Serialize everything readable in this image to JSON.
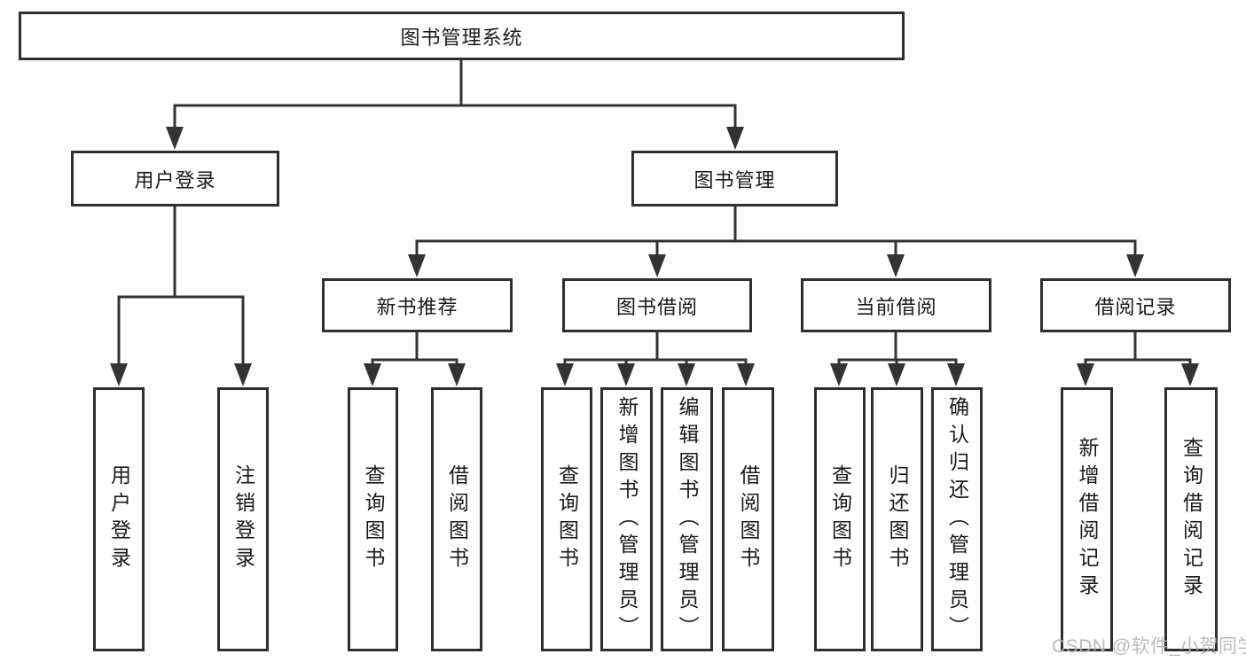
{
  "nodes": {
    "root": {
      "label": "图书管理系统"
    },
    "user_login": {
      "label": "用户登录"
    },
    "book_management": {
      "label": "图书管理"
    },
    "new_book_recommend": {
      "label": "新书推荐"
    },
    "book_borrowing": {
      "label": "图书借阅"
    },
    "current_borrowing": {
      "label": "当前借阅"
    },
    "borrowing_records": {
      "label": "借阅记录"
    },
    "leaf_user_login": {
      "label": "用户登录"
    },
    "leaf_logout_login": {
      "label": "注销登录"
    },
    "leaf_nb_query_books": {
      "label": "查询图书"
    },
    "leaf_nb_borrow_books": {
      "label": "借阅图书"
    },
    "leaf_bb_query_books": {
      "label": "查询图书"
    },
    "leaf_bb_add_books": {
      "label": "新增图书（管理员）"
    },
    "leaf_bb_edit_books": {
      "label": "编辑图书（管理员）"
    },
    "leaf_bb_borrow_books": {
      "label": "借阅图书"
    },
    "leaf_cb_query_books": {
      "label": "查询图书"
    },
    "leaf_cb_return_books": {
      "label": "归还图书"
    },
    "leaf_cb_confirm_return": {
      "label": "确认归还（管理员）"
    },
    "leaf_br_add_record": {
      "label": "新增借阅记录"
    },
    "leaf_br_query_record": {
      "label": "查询借阅记录"
    }
  },
  "watermark": {
    "text": "CSDN @软件_小贺同学"
  },
  "colors": {
    "line": "#333333",
    "box_border": "#2f2f2f",
    "text": "#1a1a1a",
    "watermark": "#b3b3b3",
    "background": "#ffffff"
  }
}
